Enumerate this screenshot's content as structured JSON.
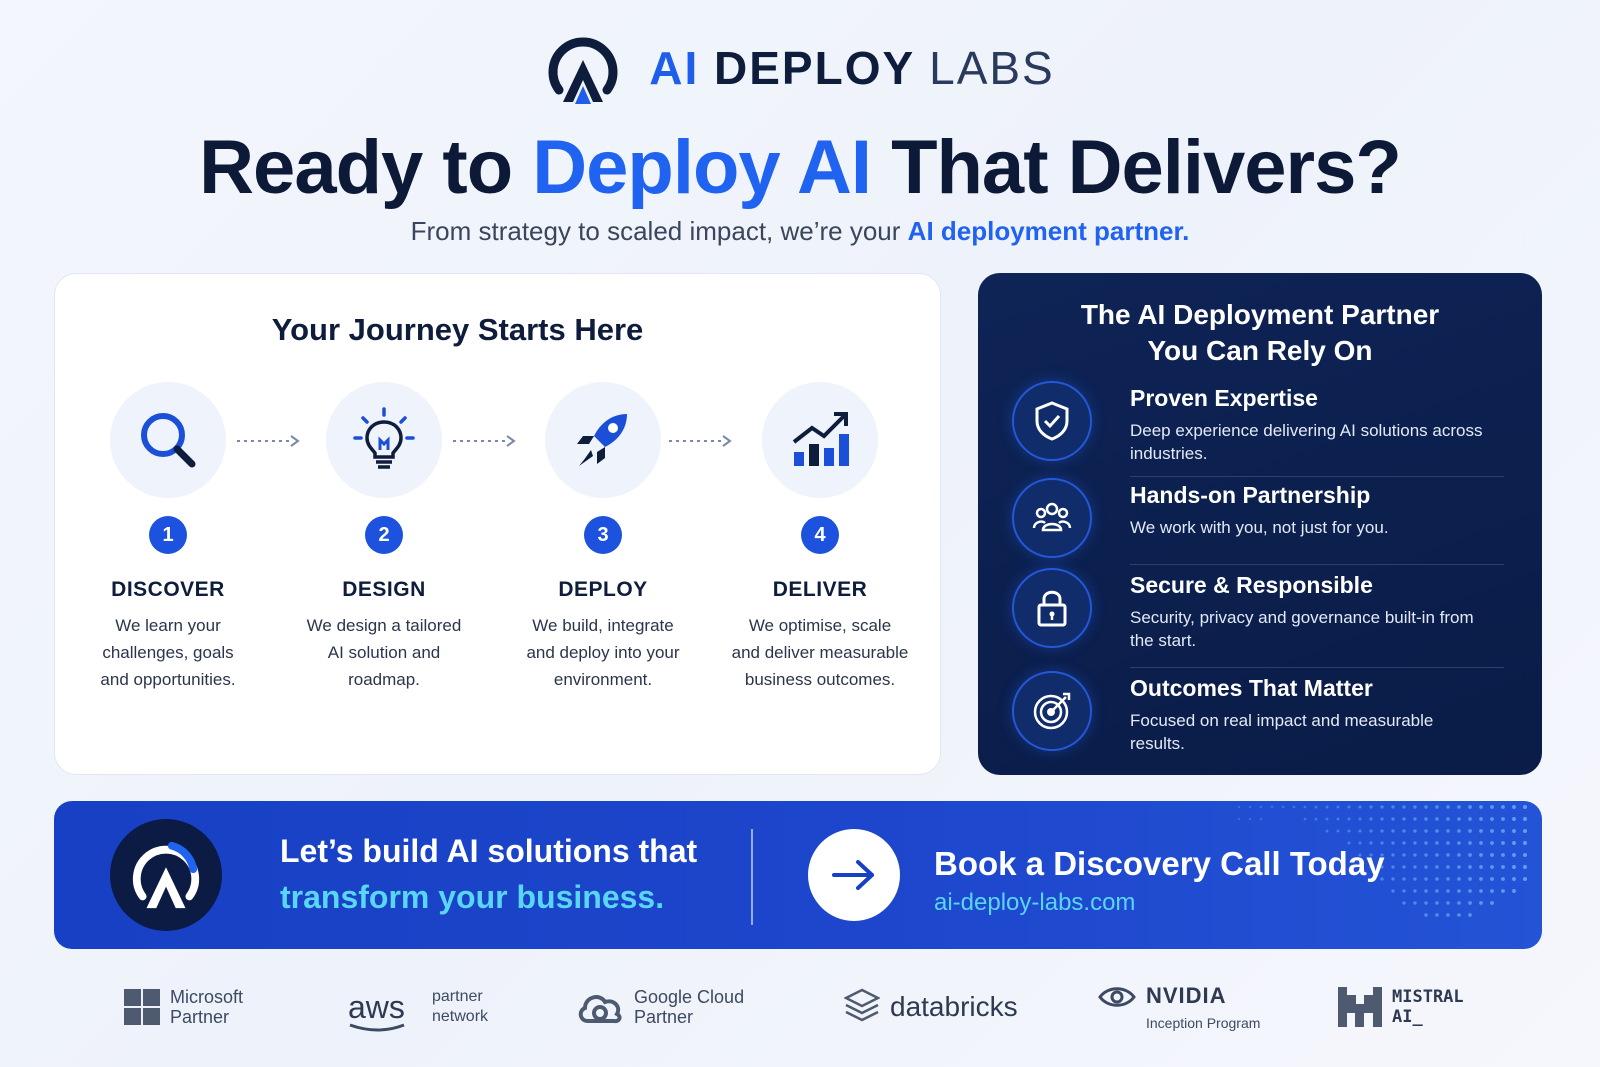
{
  "brand": {
    "part1": "AI",
    "part2": "DEPLOY",
    "part3": "LABS"
  },
  "headline": {
    "pre": "Ready to",
    "highlight": "Deploy AI",
    "post": "That Delivers?"
  },
  "subline": {
    "pre": "From strategy to scaled impact, we’re your",
    "highlight": "AI deployment partner."
  },
  "journey": {
    "title": "Your Journey Starts Here",
    "steps": [
      {
        "num": "1",
        "icon": "search-icon",
        "title": "DISCOVER",
        "desc": [
          "We learn your",
          "challenges, goals",
          "and opportunities."
        ]
      },
      {
        "num": "2",
        "icon": "lightbulb-icon",
        "title": "DESIGN",
        "desc": [
          "We design a tailored",
          "AI solution and",
          "roadmap."
        ]
      },
      {
        "num": "3",
        "icon": "rocket-icon",
        "title": "DEPLOY",
        "desc": [
          "We build, integrate",
          "and deploy into your",
          "environment."
        ]
      },
      {
        "num": "4",
        "icon": "growth-chart-icon",
        "title": "DELIVER",
        "desc": [
          "We optimise, scale",
          "and deliver measurable",
          "business outcomes."
        ]
      }
    ]
  },
  "partner": {
    "title_line1": "The AI Deployment Partner",
    "title_line2": "You Can Rely On",
    "features": [
      {
        "icon": "shield-check-icon",
        "title": "Proven Expertise",
        "desc": "Deep experience delivering AI solutions across industries."
      },
      {
        "icon": "team-icon",
        "title": "Hands-on Partnership",
        "desc": "We work with you, not just for you."
      },
      {
        "icon": "lock-icon",
        "title": "Secure & Responsible",
        "desc": "Security, privacy and governance built-in from the start."
      },
      {
        "icon": "target-icon",
        "title": "Outcomes That Matter",
        "desc": "Focused on real impact and measurable results."
      }
    ]
  },
  "cta": {
    "line1": "Let’s build AI solutions that",
    "line2": "transform your business.",
    "button_icon": "arrow-right-icon",
    "book": "Book a Discovery Call Today",
    "url": "ai-deploy-labs.com"
  },
  "logos": {
    "microsoft": [
      "Microsoft",
      "Partner"
    ],
    "aws": {
      "mark": "aws",
      "text": [
        "partner",
        "network"
      ]
    },
    "google": [
      "Google Cloud",
      "Partner"
    ],
    "databricks": "databricks",
    "nvidia": {
      "mark": "NVIDIA",
      "sub": "Inception Program"
    },
    "mistral": [
      "MISTRAL",
      "AI_"
    ]
  },
  "colors": {
    "accent": "#1f63f0",
    "navy": "#0a1c47",
    "cyan": "#5ad6f5",
    "cta_blue": "#1d46cc"
  }
}
